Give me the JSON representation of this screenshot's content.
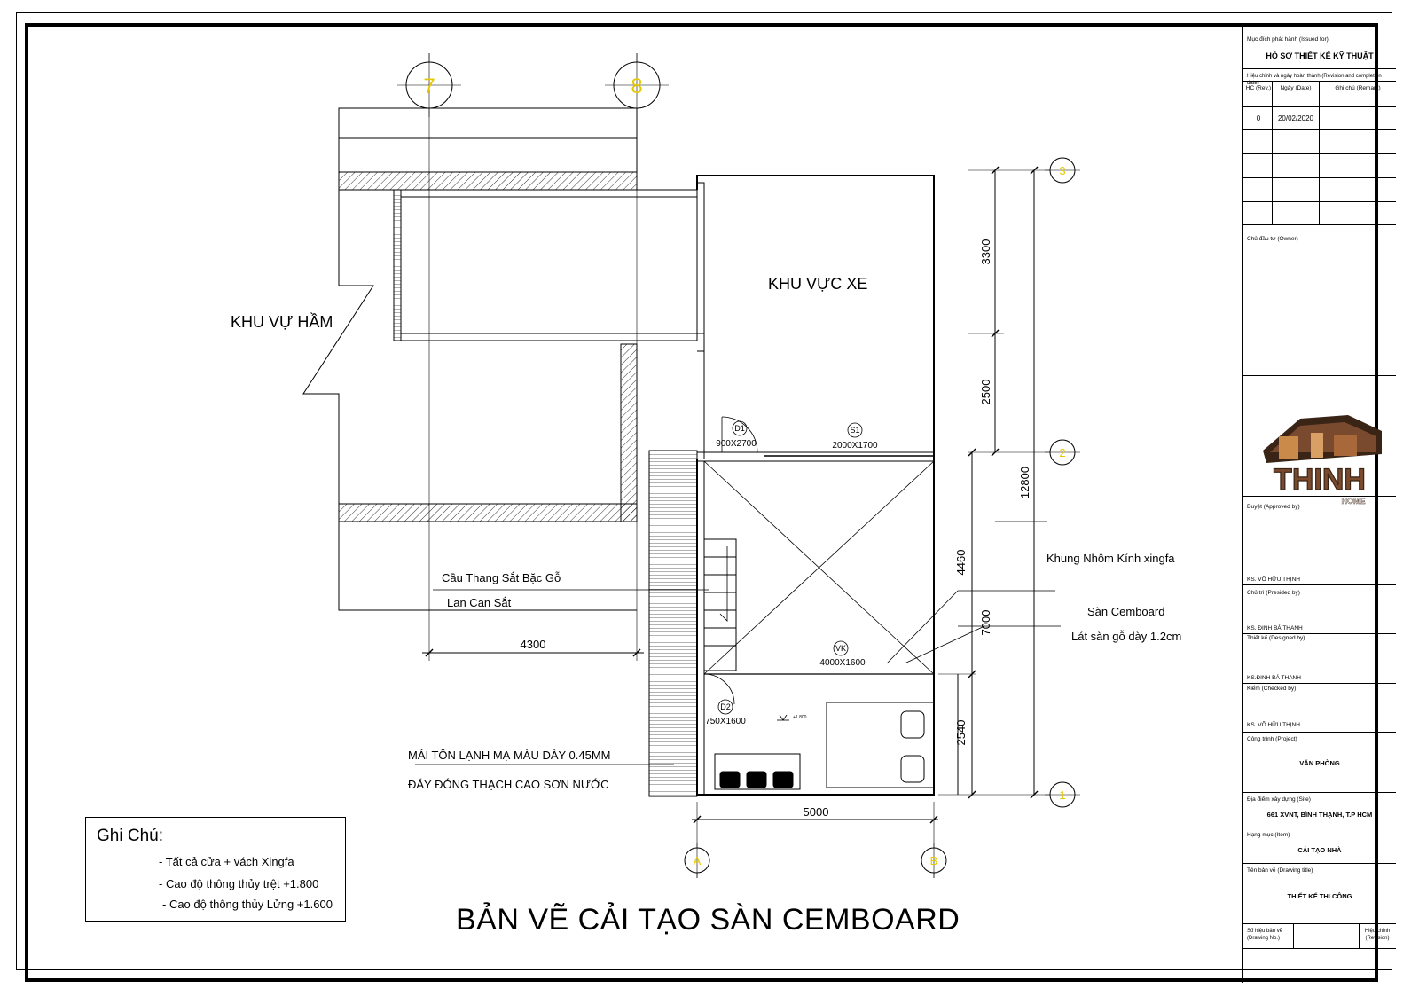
{
  "grid_labels": {
    "g7": "7",
    "g8": "8",
    "g3": "3",
    "g2": "2",
    "g1": "1",
    "gA": "A",
    "gB": "B"
  },
  "areas": {
    "parking": "KHU VỰC XE",
    "basement": "KHU VỰ HẦM"
  },
  "openings": {
    "d1_tag": "D1",
    "d1_size": "900X2700",
    "s1_tag": "S1",
    "s1_size": "2000X1700",
    "vk_tag": "VK",
    "vk_size": "4000X1600",
    "d2_tag": "D2",
    "d2_size": "750X1600"
  },
  "dimensions": {
    "d3300": "3300",
    "d2500": "2500",
    "d12800": "12800",
    "d4460": "4460",
    "d7000": "7000",
    "d2540": "2540",
    "d4300": "4300",
    "d5000": "5000"
  },
  "level_mark": "+1.800",
  "callouts": {
    "stair": "Cầu Thang Sắt Bặc Gỗ",
    "railing": "Lan Can Sắt",
    "frame": "Khung Nhôm Kính xingfa",
    "floor1": "Sàn Cemboard",
    "floor2": "Lát sàn gỗ dày 1.2cm",
    "roof": "MÁI TÔN LẠNH MẠ MÀU DÀY 0.45MM",
    "ceiling": "ĐÁY ĐÓNG THẠCH CAO SƠN NƯỚC"
  },
  "notes": {
    "title": "Ghi Chú:",
    "n1": "- Tất cả cửa + vách Xingfa",
    "n2": "- Cao độ thông thủy trệt  +1.800",
    "n3": "- Cao độ thông thủy Lửng  +1.600"
  },
  "drawing_title": "BẢN VẼ CẢI TẠO SÀN CEMBOARD",
  "title_block": {
    "issued_for_label": "Mục đích phát hành (Issued for)",
    "issued_for": "HỒ SƠ THIẾT KẾ KỸ THUẬT",
    "revision_label": "Hiệu chỉnh và ngày hoàn thành (Revision and completion date)",
    "col_rev": "HC (Rev.)",
    "col_date": "Ngày (Date)",
    "col_remark": "Ghi chú (Remark)",
    "rev0": "0",
    "date0": "20/02/2020",
    "owner_label": "Chủ đầu tư (Owner)",
    "logo_text": "THINH",
    "logo_sub": "HOME",
    "approved_label": "Duyệt (Approved by)",
    "approved_name": "KS. VÕ HỮU THỊNH",
    "presided_label": "Chủ trì (Presided by)",
    "presided_name": "KS. ĐINH BÁ THANH",
    "designed_label": "Thiết kế (Designed by)",
    "designed_name": "KS.ĐINH BÁ THANH",
    "checked_label": "Kiểm (Checked by)",
    "checked_name": "KS. VÕ HỮU THỊNH",
    "project_label": "Công trình (Project)",
    "project": "VĂN PHÒNG",
    "site_label": "Địa điểm xây dựng (Site)",
    "site": "661 XVNT, BÌNH THẠNH, T.P HCM",
    "item_label": "Hạng mục (Item)",
    "item": "CẢI TẠO NHÀ",
    "drawing_title_label": "Tên bản vẽ (Drawing title)",
    "drawing_title": "THIẾT KẾ THI CÔNG",
    "drawing_no_label": "Số hiệu bản vẽ (Drawing No.)",
    "revision_col_label": "Hiệu chỉnh (Revision)"
  },
  "colors": {
    "grid_label": "#e6c800",
    "line": "#000000",
    "logo_brown": "#7a4a2e",
    "logo_dark": "#3a2416"
  }
}
